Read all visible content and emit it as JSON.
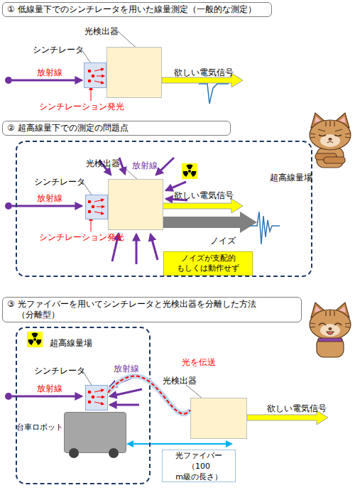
{
  "diagram": {
    "nodes": [
      {
        "text": [
          "① 低線量下でのシンチレータを用いた線量測定（一般的な測定）"
        ]
      },
      {
        "text": [
          "シンチレータ"
        ]
      },
      {
        "text": [
          "光検出器"
        ]
      },
      {
        "text": [
          "② 超高線量下での測定の問題点"
        ]
      },
      {
        "text": [
          "超高線量場"
        ]
      },
      {
        "text": [
          "シンチレータ"
        ],
        "in": 4
      },
      {
        "text": [
          "光検出器"
        ],
        "in": 4
      },
      {
        "text": [
          "ノイズが支配的 もしくは動作せず"
        ],
        "in": 4
      },
      {
        "text": [
          "③ 光ファイバーを用いてシンチレータと光検出器を分離した方法 （分離型）"
        ]
      },
      {
        "text": [
          "超高線量場"
        ]
      },
      {
        "text": [
          "シンチレータ"
        ],
        "in": 9
      },
      {
        "text": [
          "台車ロボット"
        ],
        "in": 9
      },
      {
        "text": [
          "光検出器"
        ]
      },
      {
        "text": [
          "光ファイバー （100 m級の長さ）"
        ]
      }
    ],
    "edges": [
      {
        "from": 10,
        "to": 12,
        "label": "光を伝送",
        "arrow": "none"
      }
    ],
    "labels": [
      "放射線",
      "シンチレーション発光",
      "欲しい電気信号",
      "放射線",
      "放射線",
      "欲しい電気信号",
      "ノイズ",
      "シンチレーション発光",
      "放射線",
      "放射線",
      "欲しい電気信号"
    ]
  }
}
